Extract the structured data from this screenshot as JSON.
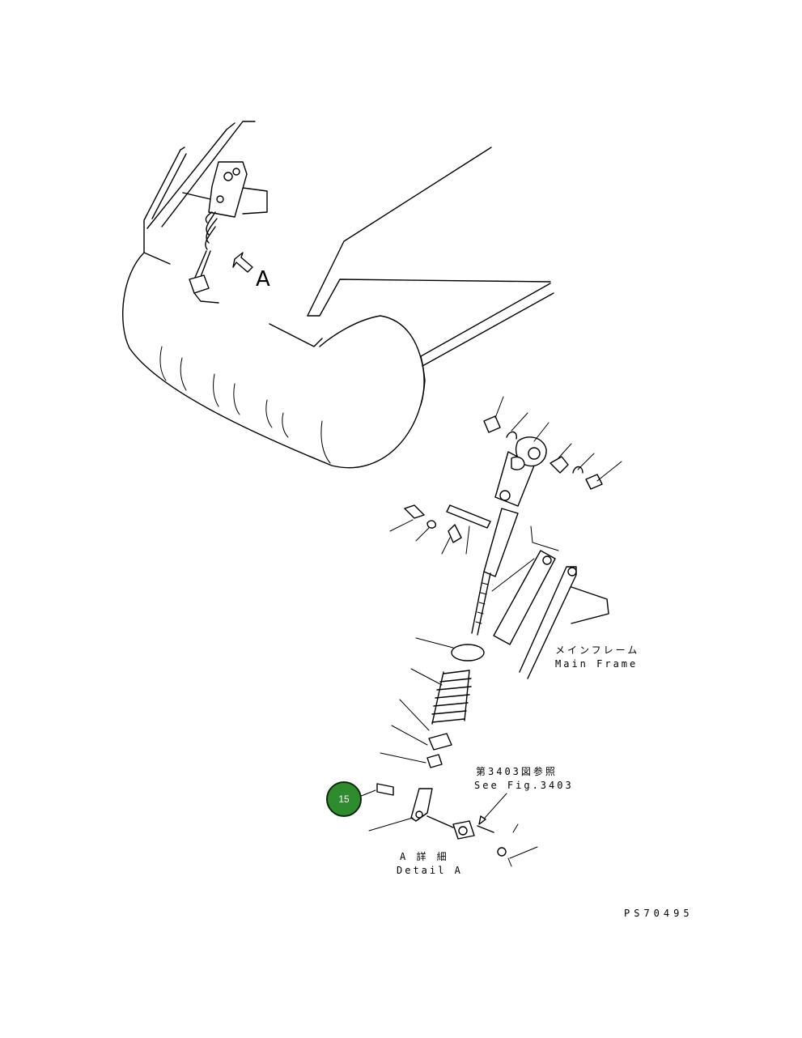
{
  "labels": {
    "view_arrow": "A",
    "main_frame_jp": "メインフレーム",
    "main_frame_en": "Main Frame",
    "ref_jp": "第3403図参照",
    "ref_en": "See Fig.3403",
    "detail_jp": "A 詳 細",
    "detail_en": "Detail A",
    "figure_code": "PS70495"
  },
  "callout": {
    "number": "15",
    "color": "#2e8b2e"
  }
}
